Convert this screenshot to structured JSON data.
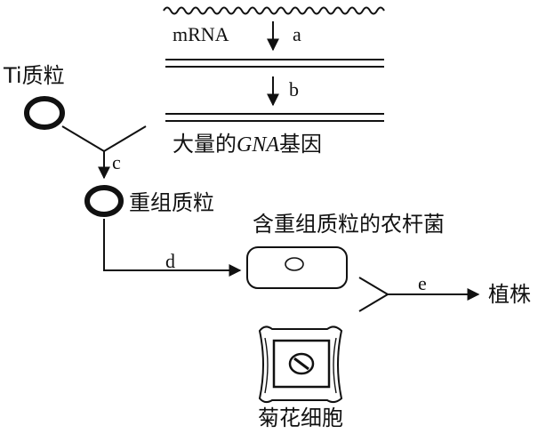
{
  "labels": {
    "mrna": "mRNA",
    "ti_plasmid": "Ti质粒",
    "gna_prefix": "大量的",
    "gna_gene_symbol": "GNA",
    "gna_suffix": "基因",
    "recombinant_plasmid": "重组质粒",
    "agrobacterium": "含重组质粒的农杆菌",
    "chrysanthemum_cell": "菊花细胞",
    "plant": "植株"
  },
  "steps": {
    "a": "a",
    "b": "b",
    "c": "c",
    "d": "d",
    "e": "e"
  }
}
